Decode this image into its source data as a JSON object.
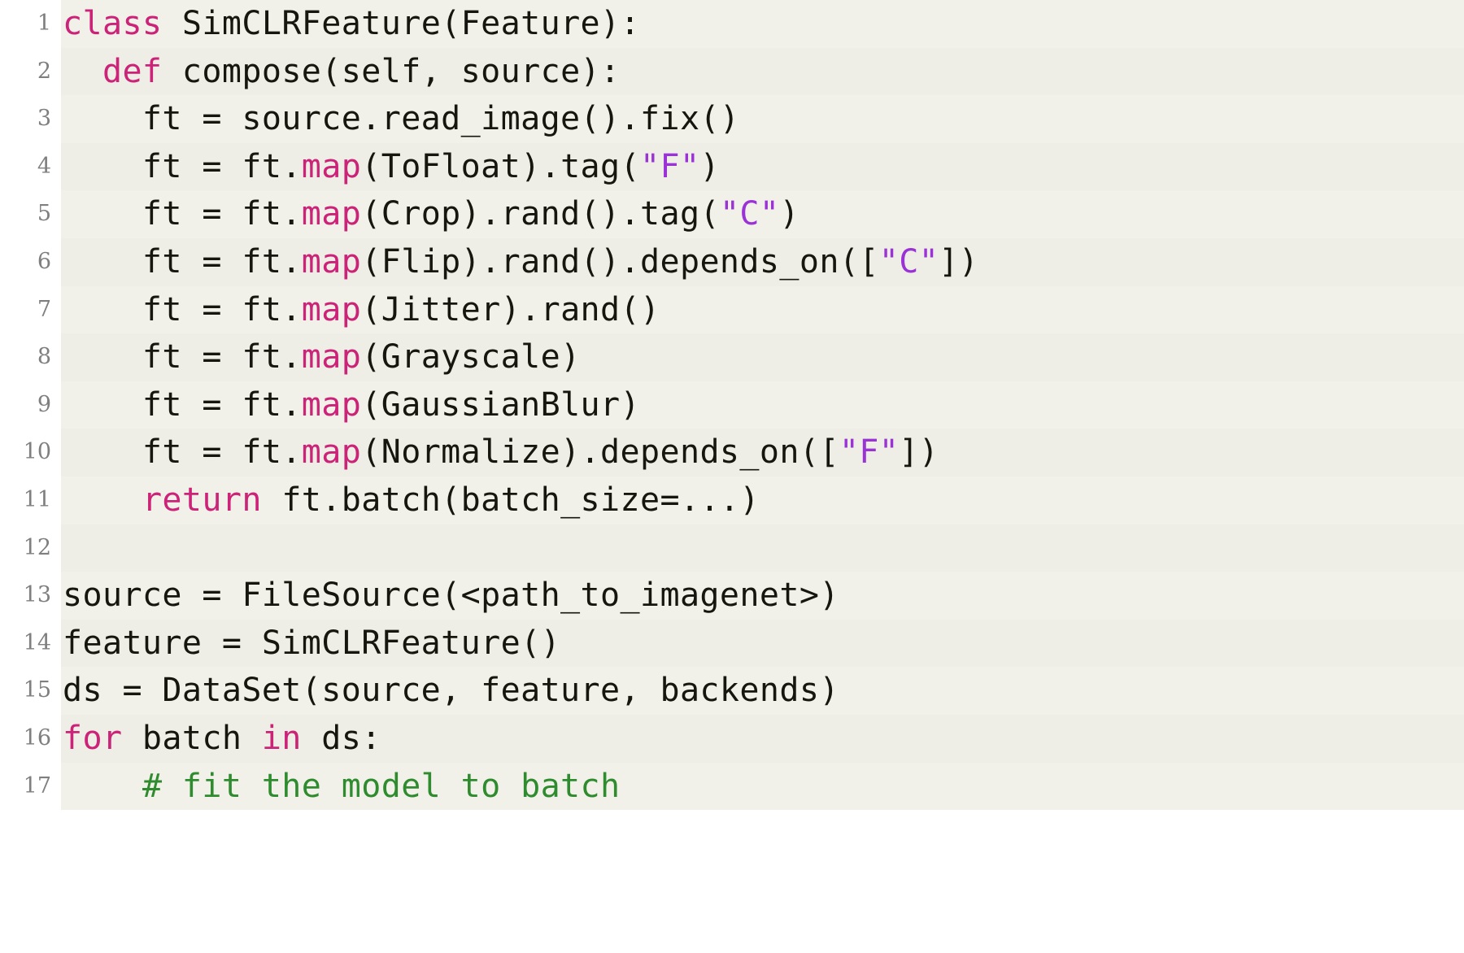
{
  "listing": {
    "language": "python",
    "background_color": "#f1f1ea",
    "gutter_color": "#ffffff",
    "line_number_color": "#7f7f7f",
    "colors": {
      "keyword": "#cc2277",
      "string": "#9a32d6",
      "comment": "#2e8b2e",
      "default": "#16160f"
    },
    "lines": [
      {
        "number": "1",
        "tokens": [
          {
            "t": "class ",
            "c": "kw"
          },
          {
            "t": "SimCLRFeature(Feature):",
            "c": "def"
          }
        ]
      },
      {
        "number": "2",
        "tokens": [
          {
            "t": "  ",
            "c": "def"
          },
          {
            "t": "def ",
            "c": "kw"
          },
          {
            "t": "compose(self, source):",
            "c": "def"
          }
        ]
      },
      {
        "number": "3",
        "tokens": [
          {
            "t": "    ft = source.read_image().fix()",
            "c": "def"
          }
        ]
      },
      {
        "number": "4",
        "tokens": [
          {
            "t": "    ft = ft.",
            "c": "def"
          },
          {
            "t": "map",
            "c": "kw"
          },
          {
            "t": "(ToFloat).tag(",
            "c": "def"
          },
          {
            "t": "\"F\"",
            "c": "str"
          },
          {
            "t": ")",
            "c": "def"
          }
        ]
      },
      {
        "number": "5",
        "tokens": [
          {
            "t": "    ft = ft.",
            "c": "def"
          },
          {
            "t": "map",
            "c": "kw"
          },
          {
            "t": "(Crop).rand().tag(",
            "c": "def"
          },
          {
            "t": "\"C\"",
            "c": "str"
          },
          {
            "t": ")",
            "c": "def"
          }
        ]
      },
      {
        "number": "6",
        "tokens": [
          {
            "t": "    ft = ft.",
            "c": "def"
          },
          {
            "t": "map",
            "c": "kw"
          },
          {
            "t": "(Flip).rand().depends_on([",
            "c": "def"
          },
          {
            "t": "\"C\"",
            "c": "str"
          },
          {
            "t": "])",
            "c": "def"
          }
        ]
      },
      {
        "number": "7",
        "tokens": [
          {
            "t": "    ft = ft.",
            "c": "def"
          },
          {
            "t": "map",
            "c": "kw"
          },
          {
            "t": "(Jitter).rand()",
            "c": "def"
          }
        ]
      },
      {
        "number": "8",
        "tokens": [
          {
            "t": "    ft = ft.",
            "c": "def"
          },
          {
            "t": "map",
            "c": "kw"
          },
          {
            "t": "(Grayscale)",
            "c": "def"
          }
        ]
      },
      {
        "number": "9",
        "tokens": [
          {
            "t": "    ft = ft.",
            "c": "def"
          },
          {
            "t": "map",
            "c": "kw"
          },
          {
            "t": "(GaussianBlur)",
            "c": "def"
          }
        ]
      },
      {
        "number": "10",
        "tokens": [
          {
            "t": "    ft = ft.",
            "c": "def"
          },
          {
            "t": "map",
            "c": "kw"
          },
          {
            "t": "(Normalize).depends_on([",
            "c": "def"
          },
          {
            "t": "\"F\"",
            "c": "str"
          },
          {
            "t": "])",
            "c": "def"
          }
        ]
      },
      {
        "number": "11",
        "tokens": [
          {
            "t": "    ",
            "c": "def"
          },
          {
            "t": "return",
            "c": "kw"
          },
          {
            "t": " ft.batch(batch_size=...)",
            "c": "def"
          }
        ]
      },
      {
        "number": "12",
        "tokens": [
          {
            "t": "",
            "c": "def"
          }
        ]
      },
      {
        "number": "13",
        "tokens": [
          {
            "t": "source = FileSource(<path_to_imagenet>)",
            "c": "def"
          }
        ]
      },
      {
        "number": "14",
        "tokens": [
          {
            "t": "feature = SimCLRFeature()",
            "c": "def"
          }
        ]
      },
      {
        "number": "15",
        "tokens": [
          {
            "t": "ds = DataSet(source, feature, backends)",
            "c": "def"
          }
        ]
      },
      {
        "number": "16",
        "tokens": [
          {
            "t": "for",
            "c": "kw"
          },
          {
            "t": " batch ",
            "c": "def"
          },
          {
            "t": "in",
            "c": "kw"
          },
          {
            "t": " ds:",
            "c": "def"
          }
        ]
      },
      {
        "number": "17",
        "tokens": [
          {
            "t": "    ",
            "c": "def"
          },
          {
            "t": "# fit the model to batch",
            "c": "com"
          }
        ]
      }
    ]
  }
}
